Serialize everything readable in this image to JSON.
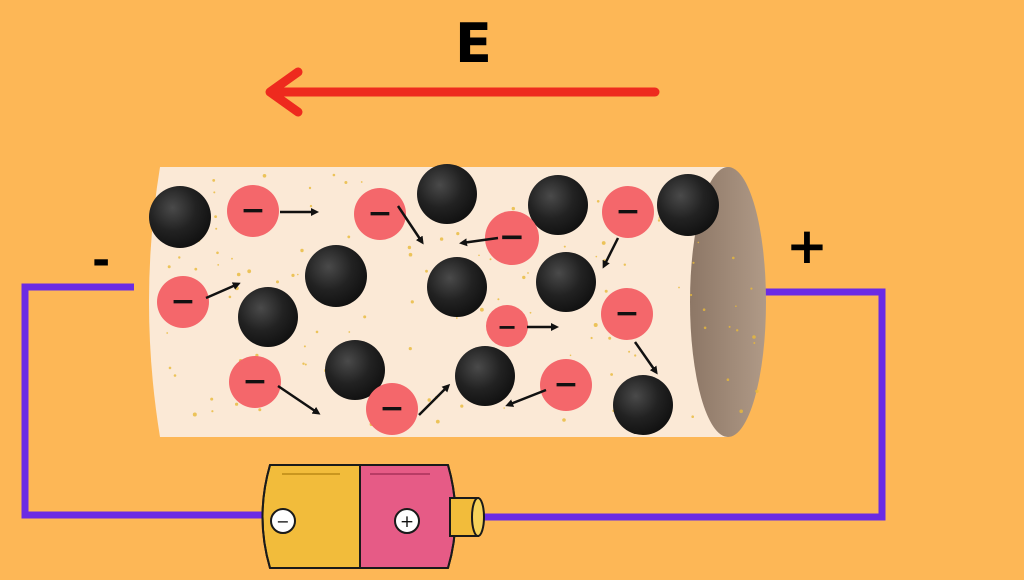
{
  "labels": {
    "field": "E",
    "negative_terminal": "-",
    "positive_terminal": "+"
  },
  "battery": {
    "negative_symbol": "−",
    "positive_symbol": "+"
  },
  "colors": {
    "background": "#FDB756",
    "field_arrow": "#EE2A1E",
    "wire": "#6B2BE3",
    "conductor_body": "#FBE9D6",
    "conductor_end": "#A08A78",
    "speckle": "#E8B93A",
    "electron": "#F4676B",
    "atom": "#1C1C1C",
    "battery_negative": "#F2BC3B",
    "battery_positive": "#E65B86"
  },
  "legend_semantics": {
    "electron_symbol": "−",
    "atom": "black sphere",
    "electron_motion": "arrow"
  }
}
